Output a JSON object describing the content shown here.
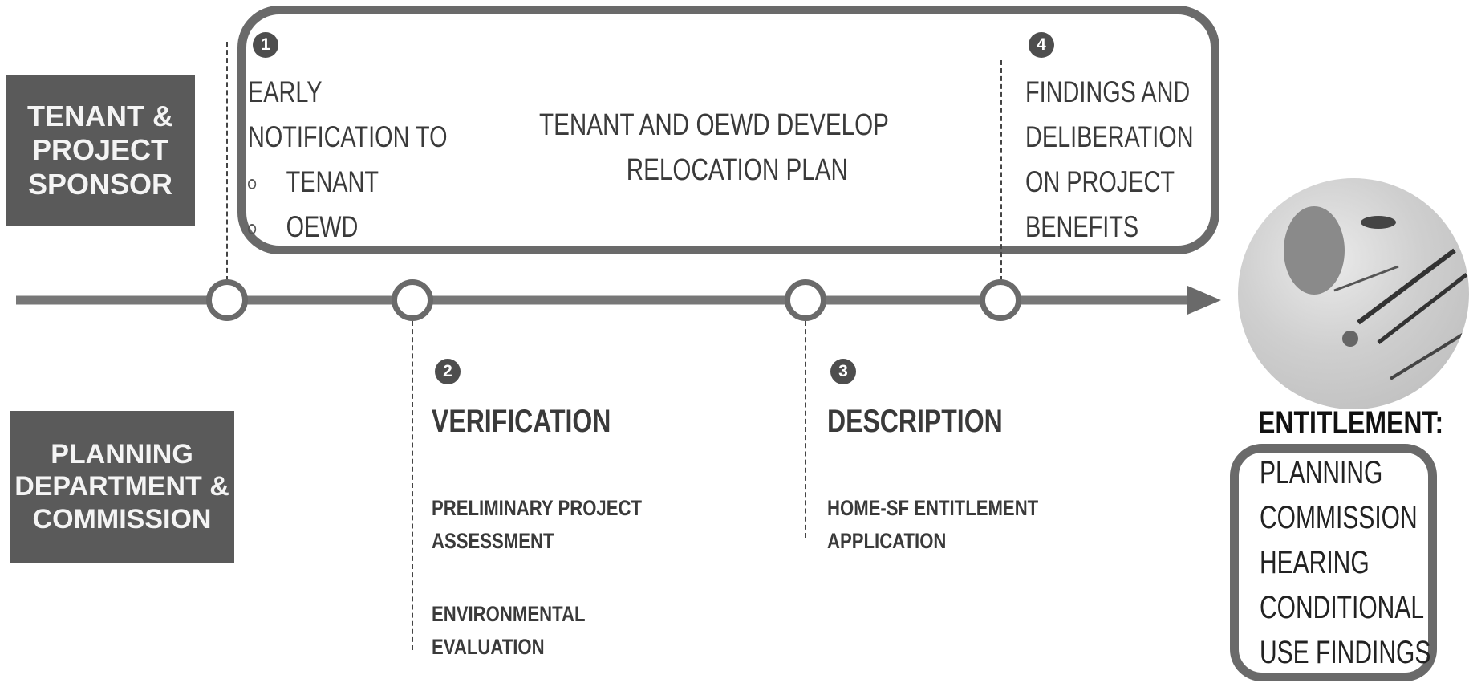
{
  "roles": {
    "tenant_lines": [
      "TENANT &",
      "PROJECT",
      "SPONSOR"
    ],
    "planning_lines": [
      "PLANNING",
      "DEPARTMENT &",
      "COMMISSION"
    ]
  },
  "steps": {
    "step1": {
      "number": "1",
      "lines": [
        "EARLY",
        "NOTIFICATION TO"
      ],
      "bullets": [
        "TENANT",
        "OEWD"
      ]
    },
    "center_note": [
      "TENANT AND OEWD DEVELOP",
      "RELOCATION PLAN"
    ],
    "step4": {
      "number": "4",
      "lines": [
        "FINDINGS AND",
        "DELIBERATION",
        "ON PROJECT",
        "BENEFITS"
      ]
    },
    "step2": {
      "number": "2",
      "title": "VERIFICATION",
      "item1": [
        "PRELIMINARY PROJECT",
        "ASSESSMENT"
      ],
      "item2": [
        "ENVIRONMENTAL",
        "EVALUATION"
      ]
    },
    "step3": {
      "number": "3",
      "title": "DESCRIPTION",
      "item1": [
        "HOME-SF ENTITLEMENT",
        "APPLICATION"
      ]
    }
  },
  "entitlement": {
    "title": "ENTITLEMENT:",
    "lines": [
      "PLANNING",
      "COMMISSION",
      "HEARING",
      "CONDITIONAL",
      "USE FINDINGS"
    ]
  },
  "colors": {
    "box_fill": "#5a5a5a",
    "outline": "#6a6a6a",
    "text": "#3a3a3a"
  }
}
